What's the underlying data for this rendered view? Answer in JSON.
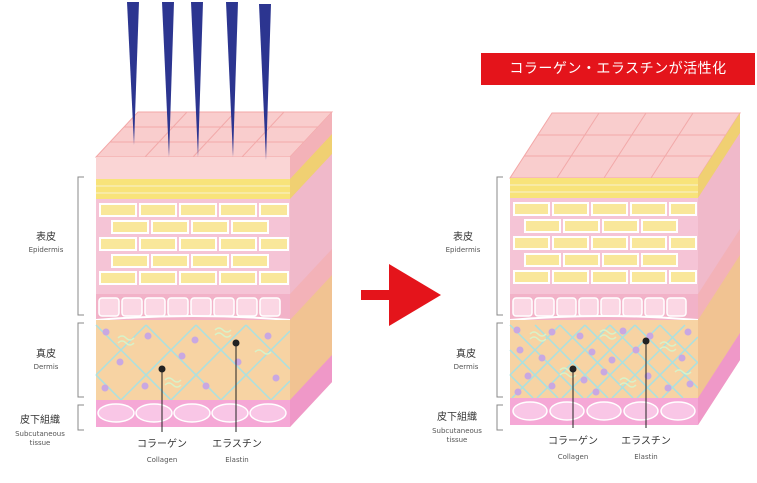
{
  "banner": {
    "text": "コラーゲン・エラスチンが活性化"
  },
  "colors": {
    "needle": "#2c3590",
    "arrow": "#e4141b",
    "banner": "#e4141b",
    "top": "#f9cdcd",
    "stratum": "#f8e37a",
    "epidermis": "#f5c4d6",
    "cells": "#f2b2c8",
    "dermis": "#f7d3a3",
    "fiber": "#a9e1e1",
    "dot": "#c9a8e2",
    "subcutaneous": "#f5a8d6"
  },
  "panels": [
    {
      "layers": {
        "epidermis": {
          "jp": "表皮",
          "en": "Epidermis"
        },
        "dermis": {
          "jp": "真皮",
          "en": "Dermis"
        },
        "subcutaneous": {
          "jp": "皮下組織",
          "en1": "Subcutaneous",
          "en2": "tissue"
        }
      },
      "callouts": {
        "collagen": {
          "jp": "コラーゲン",
          "en": "Collagen"
        },
        "elastin": {
          "jp": "エラスチン",
          "en": "Elastin"
        }
      }
    },
    {
      "layers": {
        "epidermis": {
          "jp": "表皮",
          "en": "Epidermis"
        },
        "dermis": {
          "jp": "真皮",
          "en": "Dermis"
        },
        "subcutaneous": {
          "jp": "皮下組織",
          "en1": "Subcutaneous",
          "en2": "tissue"
        }
      },
      "callouts": {
        "collagen": {
          "jp": "コラーゲン",
          "en": "Collagen"
        },
        "elastin": {
          "jp": "エラスチン",
          "en": "Elastin"
        }
      }
    }
  ]
}
